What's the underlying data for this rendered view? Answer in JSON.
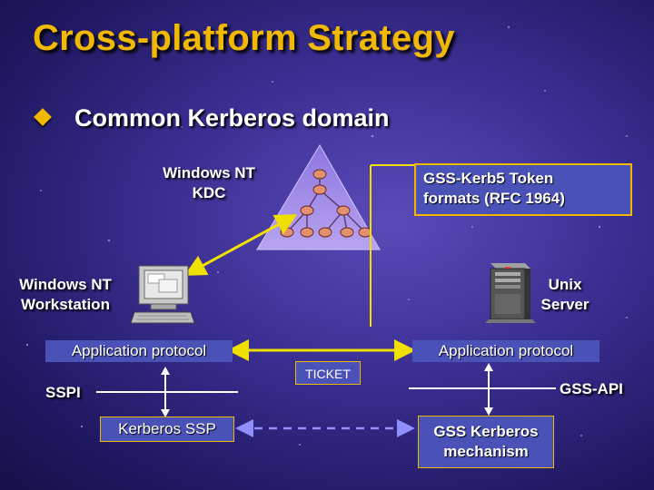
{
  "slide": {
    "title": "Cross-platform Strategy",
    "bullet": "Common Kerberos domain"
  },
  "labels": {
    "nt_kdc": "Windows NT\nKDC",
    "gss_token": "GSS-Kerb5 Token\nformats (RFC 1964)",
    "nt_workstation": "Windows NT\nWorkstation",
    "unix_server": "Unix\nServer",
    "app_protocol_left": "Application protocol",
    "app_protocol_right": "Application protocol",
    "ticket": "TICKET",
    "sspi": "SSPI",
    "gss_api": "GSS-API",
    "kerberos_ssp": "Kerberos SSP",
    "gss_mechanism": "GSS Kerberos\nmechanism"
  },
  "colors": {
    "title": "#f0b800",
    "arrow": "#f0e000",
    "box_fill": "#4a52b8",
    "box_border": "#f0b800",
    "dashed_arrow": "#8f8fff",
    "triangle": "#a58de8"
  },
  "icons": {
    "bullet": "diamond-bullet-icon",
    "workstation": "desktop-computer-icon",
    "server": "tower-server-icon",
    "kdc": "kdc-tree-triangle-icon"
  }
}
